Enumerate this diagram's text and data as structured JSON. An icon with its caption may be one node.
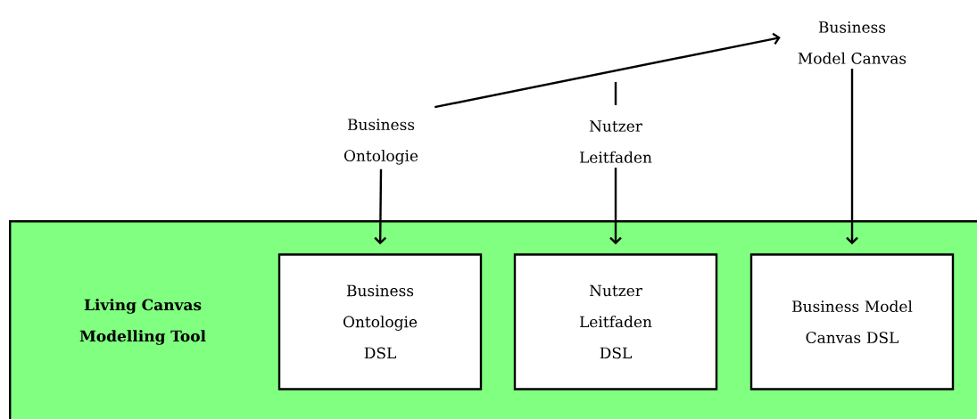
{
  "diagram": {
    "nodes": [
      {
        "text": [
          "Business Model Canvas"
        ]
      },
      {
        "text": [
          "Business Ontologie"
        ]
      },
      {
        "text": [
          "Nutzer Leitfaden"
        ]
      },
      {
        "text": [
          "Living Canvas Modelling Tool"
        ]
      },
      {
        "text": [
          "Business Ontologie DSL"
        ],
        "in": 3
      },
      {
        "text": [
          "Nutzer Leitfaden DSL"
        ],
        "in": 3
      },
      {
        "text": [
          "Business Model Canvas DSL"
        ],
        "in": 3
      }
    ],
    "edges": [
      {
        "from": 1,
        "to": 0,
        "arrow": "to"
      },
      {
        "from": 2,
        "to": null,
        "arrow": "none"
      },
      {
        "from": 1,
        "to": 4,
        "arrow": "to"
      },
      {
        "from": 2,
        "to": 5,
        "arrow": "to"
      },
      {
        "from": 0,
        "to": 6,
        "arrow": "to"
      }
    ]
  }
}
